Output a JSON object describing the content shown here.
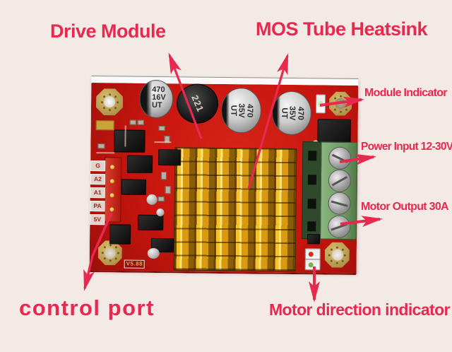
{
  "annotations": {
    "color": "#e72950",
    "drive_module": "Drive Module",
    "mos_heatsink": "MOS Tube Heatsink",
    "module_indicator": "Module Indicator",
    "power_input": "Power Input 12-30V",
    "motor_output": "Motor Output 30A",
    "control_port": "control port",
    "motor_direction": "Motor direction indicator"
  },
  "board": {
    "input_capacitor": {
      "lines": [
        "470",
        "16V",
        "UT"
      ]
    },
    "inductor": {
      "label": "221"
    },
    "power_capacitor": {
      "lines": [
        "470",
        "35V",
        "UT"
      ]
    },
    "control_pins": [
      "G",
      "A2",
      "A1",
      "PA",
      "5V"
    ],
    "silkscreen_version": "V5.88",
    "colors": {
      "pcb_red": "#c6150e",
      "heatsink_gold": "#f0bb28",
      "terminal_green": "#7cab6f",
      "page_background": "#f3e9e5",
      "annotation_red": "#e72950"
    }
  }
}
